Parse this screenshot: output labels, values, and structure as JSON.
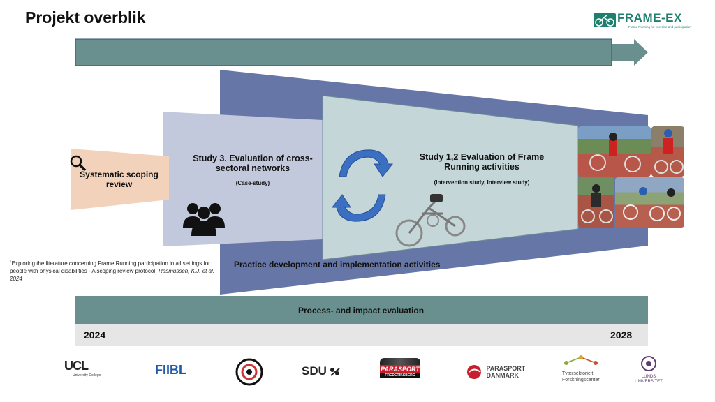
{
  "title": "Projekt overblik",
  "brand_logo": {
    "name": "FRAME-EX",
    "tagline": "Frame Running for exercise and participation"
  },
  "colors": {
    "teal": "#69908e",
    "navy": "#6676a6",
    "lavender": "#c3c9dd",
    "peach": "#f2d2bb",
    "mint": "#c4d6d8",
    "year_bar": "#e6e6e6"
  },
  "diagram": {
    "scoping": {
      "label": "Systematic scoping review",
      "icon": "magnifier-icon"
    },
    "study3": {
      "label": "Study 3. Evaluation of cross-sectoral networks",
      "sub": "(Case-study)",
      "icon": "people-icon"
    },
    "study12": {
      "label": "Study 1,2 Evaluation of Frame Running activities",
      "sub": "(Intervention study, Interview study)",
      "icon": "cycle-arrows-icon"
    },
    "practice": "Practice development and implementation activities",
    "process": "Process- and impact evaluation",
    "year_start": "2024",
    "year_end": "2028"
  },
  "reference": {
    "text": "´Exploring the literature concerning Frame Running participation in all settings for people with physical disabilities - A scoping review protocol´",
    "author": "Rasmussen, K.J. et al. 2024"
  },
  "partner_logos": [
    {
      "name": "UCL",
      "sub": "University College"
    },
    {
      "name": "FIIBL"
    },
    {
      "name": "circular-seal-logo"
    },
    {
      "name": "SDU"
    },
    {
      "name": "PARASPORT",
      "sub": "FREDERIKSBERG"
    },
    {
      "name": "PARASPORT DANMARK"
    },
    {
      "name": "Tværsektorielt Forskningscenter"
    },
    {
      "name": "LUNDS UNIVERSITET"
    }
  ]
}
